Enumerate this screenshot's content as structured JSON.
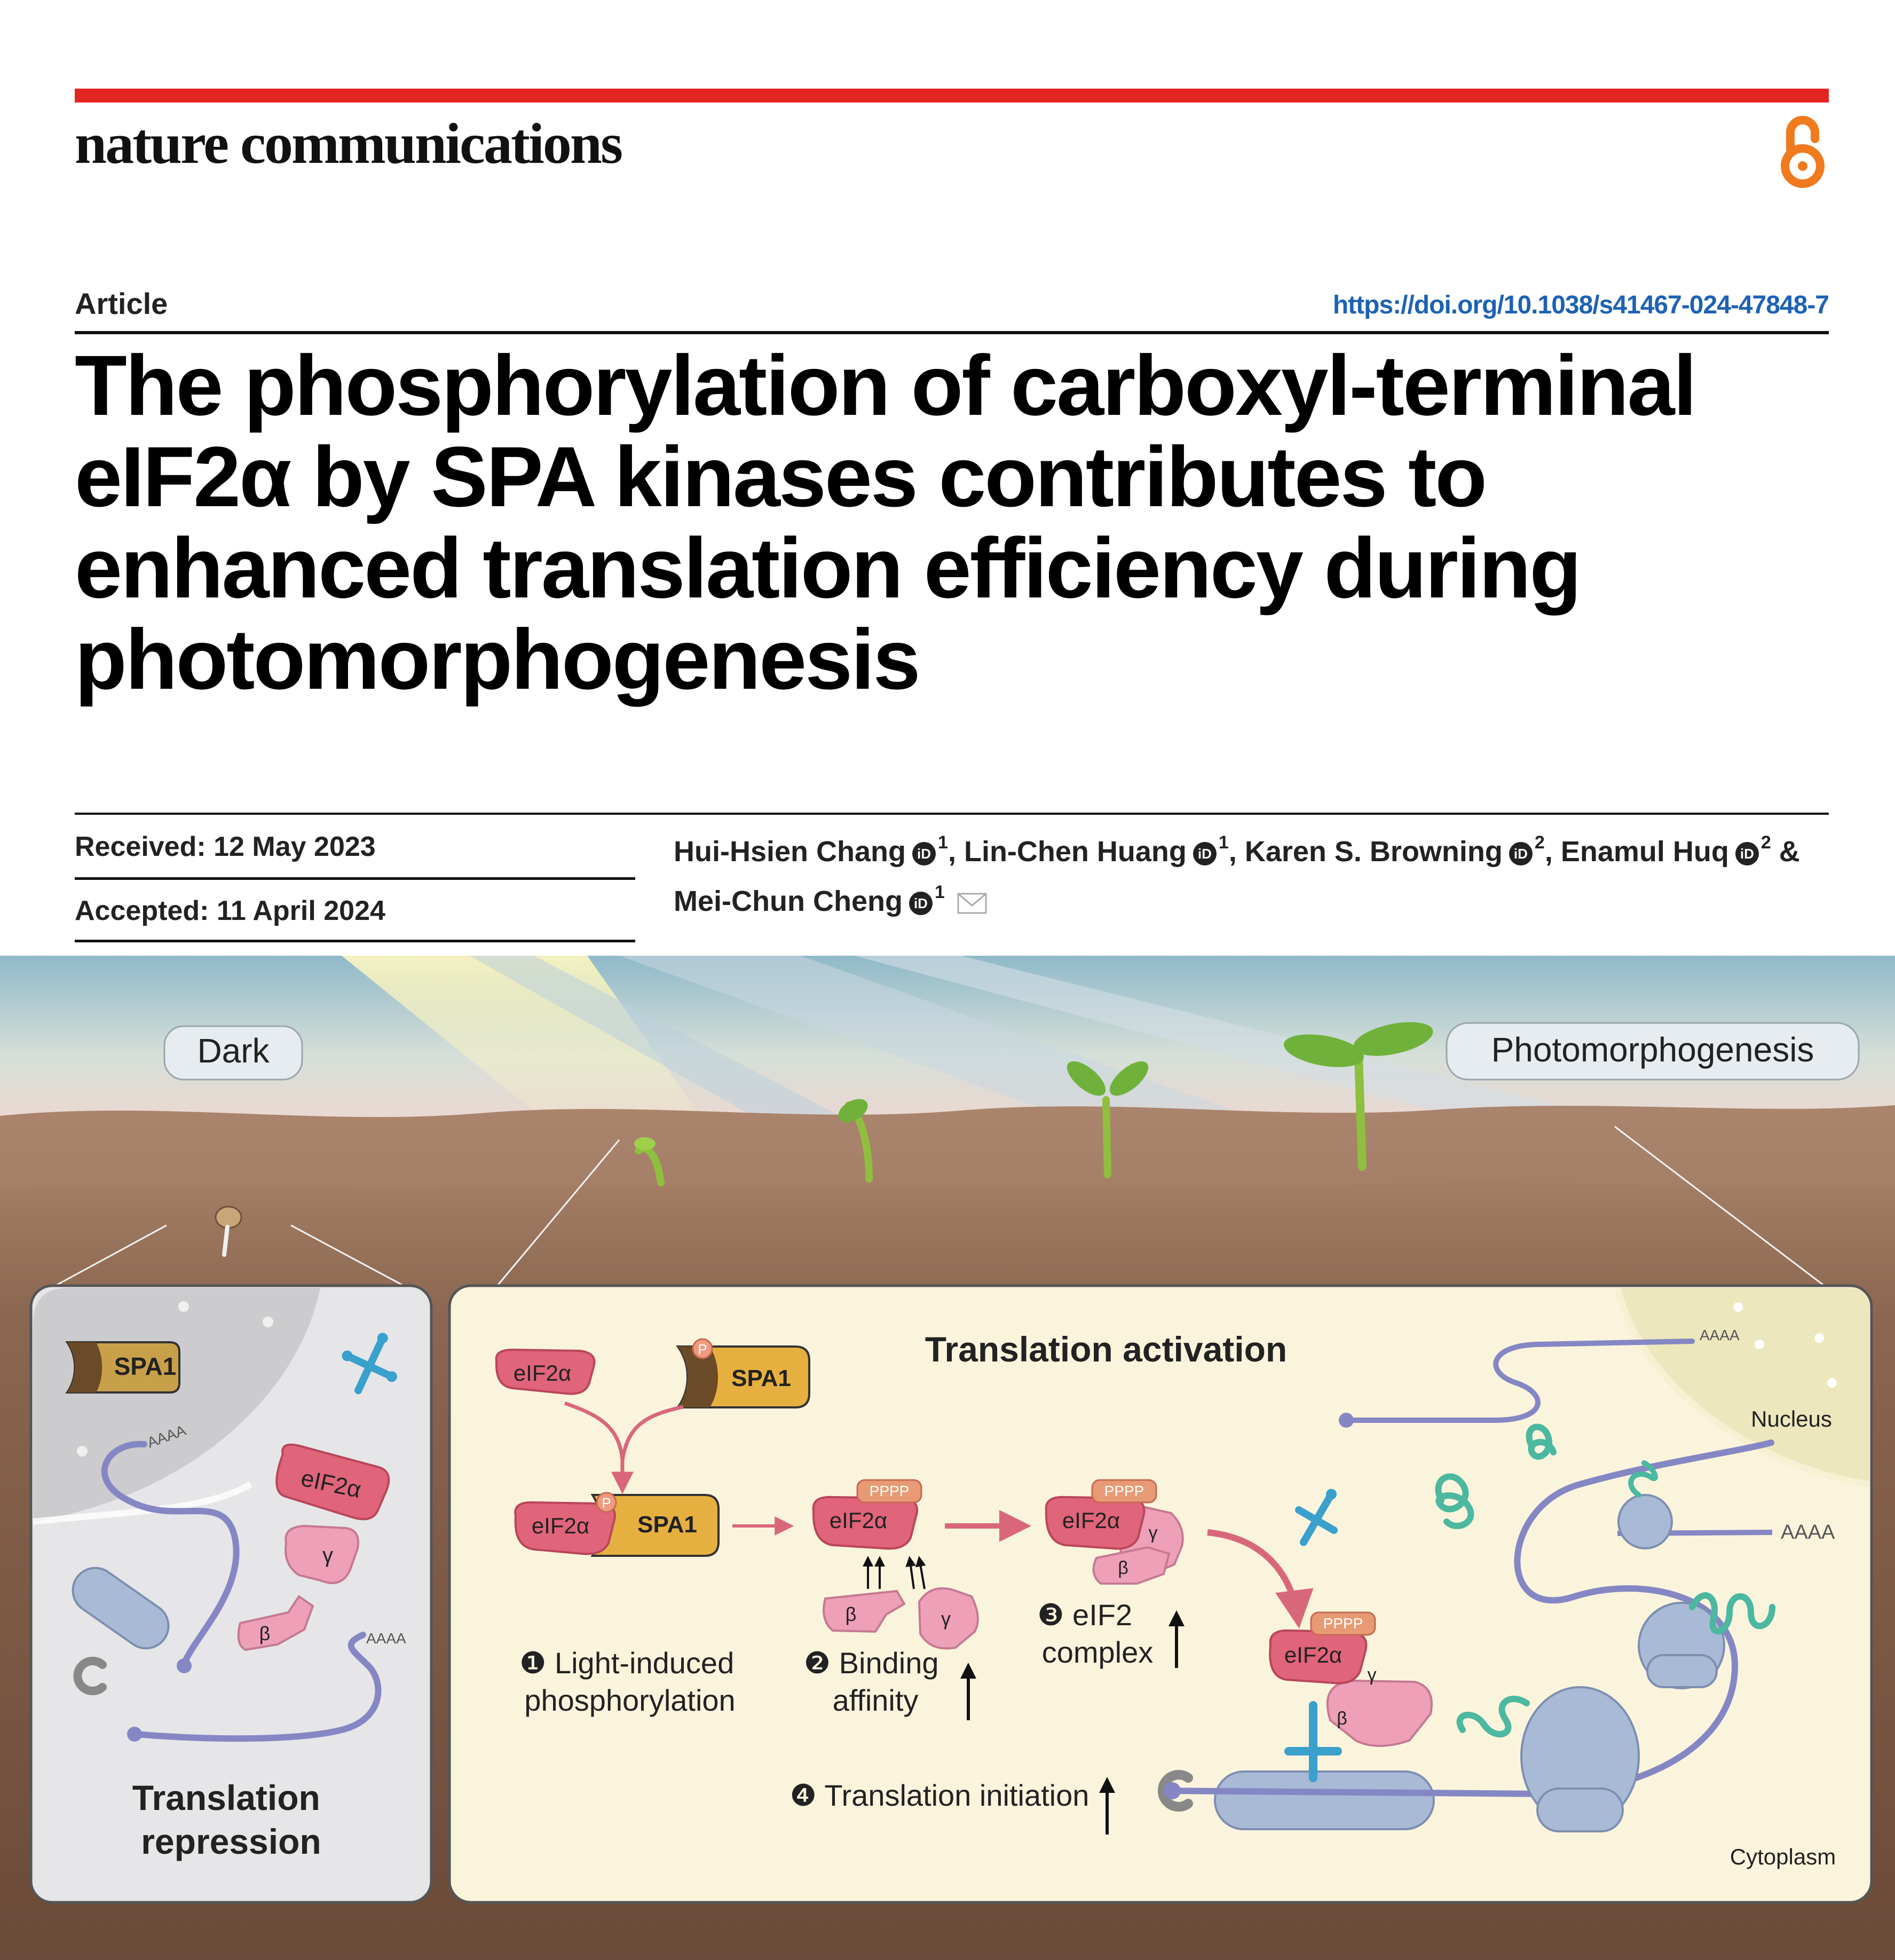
{
  "journal": {
    "name": "nature communications",
    "brand_color": "#e3251f",
    "open_access_icon": "open-access-lock-icon",
    "open_access_color": "#f07a1e"
  },
  "article": {
    "type_label": "Article",
    "doi": "https://doi.org/10.1038/s41467-024-47848-7",
    "title": "The phosphorylation of carboxyl-terminal eIF2α by SPA kinases contributes to enhanced translation efficiency during photomorphogenesis",
    "received": "Received: 12 May 2023",
    "accepted": "Accepted: 11 April 2024"
  },
  "authors": [
    {
      "name": "Hui-Hsien Chang",
      "aff": "1",
      "sep": ", "
    },
    {
      "name": "Lin-Chen Huang",
      "aff": "1",
      "sep": ", "
    },
    {
      "name": "Karen S. Browning",
      "aff": "2",
      "sep": ", "
    },
    {
      "name": "Enamul Huq",
      "aff": "2",
      "sep": " & "
    },
    {
      "name": "Mei-Chun Cheng",
      "aff": "1",
      "sep": ""
    }
  ],
  "figure": {
    "sky_labels": {
      "left": "Dark",
      "right": "Photomorphogenesis"
    },
    "left_panel": {
      "protein_spa1": "SPA1",
      "protein_eif2a": "eIF2α",
      "protein_gamma": "γ",
      "protein_beta": "β",
      "polyA_1": "AAAA",
      "polyA_2": "AAAA",
      "caption_line1": "Translation",
      "caption_line2": "repression"
    },
    "right_panel": {
      "title": "Translation activation",
      "eif2a": "eIF2α",
      "spa1": "SPA1",
      "p": "P",
      "pppp": "PPPP",
      "gamma": "γ",
      "beta": "β",
      "step1_line1": "❶ Light-induced",
      "step1_line2": "phosphorylation",
      "step2_line1": "❷ Binding",
      "step2_line2": "affinity",
      "step3_line1": "❸ eIF2",
      "step3_line2": "complex",
      "step4": "❹ Translation initiation",
      "polyA_nucleus": "AAAA",
      "polyA_cyto": "AAAA",
      "nucleus": "Nucleus",
      "cytoplasm": "Cytoplasm"
    },
    "colors": {
      "eif2a": "#e0647a",
      "spa1": "#e6b040",
      "subunits": "#eda0b8",
      "ribosome": "#a9bad6",
      "trna": "#3aa0cc",
      "peptide": "#4cb8a0",
      "panel_left": "#e6e6e8",
      "panel_right": "#fbf4dd",
      "soil": "#7a5a44"
    }
  }
}
